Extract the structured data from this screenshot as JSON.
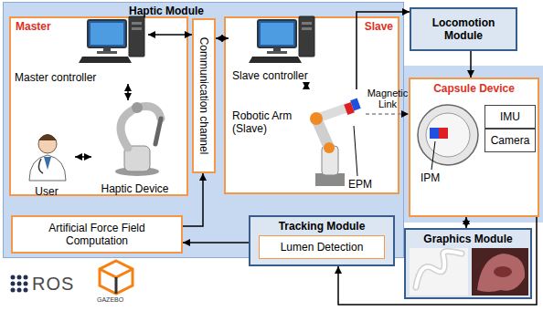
{
  "diagram": {
    "nodes": [
      {
        "text": [
          "Haptic Module"
        ]
      },
      {
        "text": [
          "Master"
        ],
        "in": 0
      },
      {
        "text": [
          "Master controller"
        ],
        "in": 1
      },
      {
        "text": [
          "User"
        ],
        "in": 1
      },
      {
        "text": [
          "Haptic Device"
        ],
        "in": 1
      },
      {
        "text": [
          "Communication channel"
        ],
        "in": 0
      },
      {
        "text": [
          "Slave"
        ],
        "in": 0
      },
      {
        "text": [
          "Slave controller"
        ],
        "in": 6
      },
      {
        "text": [
          "Robotic Arm (Slave)"
        ],
        "in": 6
      },
      {
        "text": [
          "Artificial Force Field Computation"
        ],
        "in": 0
      },
      {
        "text": [
          "Locomotion Module"
        ]
      },
      {
        "text": [
          "Capsule Device"
        ]
      },
      {
        "text": [
          "IMU"
        ],
        "in": 11
      },
      {
        "text": [
          "Camera"
        ],
        "in": 11
      },
      {
        "text": [
          "Tracking Module"
        ]
      },
      {
        "text": [
          "Lumen Detection"
        ],
        "in": 14
      },
      {
        "text": [
          "Graphics Module"
        ]
      }
    ],
    "edges": [
      {
        "from": 2,
        "to": 5,
        "arrow": "both"
      },
      {
        "from": 2,
        "to": 4,
        "arrow": "both"
      },
      {
        "from": 3,
        "to": 4,
        "arrow": "both"
      },
      {
        "from": 5,
        "to": 7,
        "arrow": "both"
      },
      {
        "from": 7,
        "to": 8,
        "arrow": "both"
      },
      {
        "from": 8,
        "to": 10,
        "arrow": "to"
      },
      {
        "from": 10,
        "to": 11,
        "arrow": "to"
      },
      {
        "from": 8,
        "to": 11,
        "label": "Magnetic Link",
        "arrow": "to"
      },
      {
        "from": 11,
        "to": 16,
        "arrow": "both"
      },
      {
        "from": 11,
        "to": 14,
        "arrow": "to"
      },
      {
        "from": 14,
        "to": 9,
        "arrow": "to"
      },
      {
        "from": 9,
        "to": 5,
        "arrow": "to"
      }
    ],
    "labels": [
      "EPM",
      "IPM",
      "ROS",
      "GAZEBO"
    ]
  }
}
